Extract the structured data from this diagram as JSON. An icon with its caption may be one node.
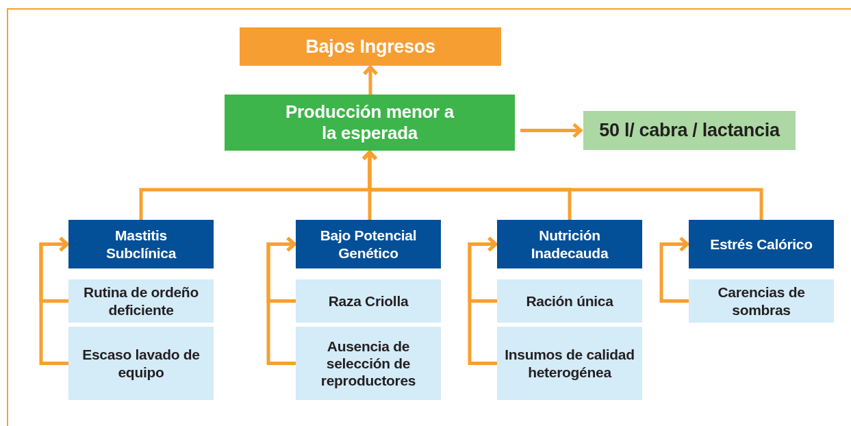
{
  "diagram": {
    "nodes": [
      {
        "text": [
          "Bajos Ingresos"
        ]
      },
      {
        "text": [
          "Producción menor a la esperada"
        ]
      },
      {
        "text": [
          "50 l/ cabra / lactancia"
        ]
      },
      {
        "text": [
          "Mastitis Subclínica"
        ]
      },
      {
        "text": [
          "Rutina de ordeño deficiente"
        ]
      },
      {
        "text": [
          "Escaso lavado de equipo"
        ]
      },
      {
        "text": [
          "Bajo Potencial Genético"
        ]
      },
      {
        "text": [
          "Raza Criolla"
        ]
      },
      {
        "text": [
          "Ausencia de selección de reproductores"
        ]
      },
      {
        "text": [
          "Nutrición Inadecauda"
        ]
      },
      {
        "text": [
          "Ración única"
        ]
      },
      {
        "text": [
          "Insumos de calidad heterogénea"
        ]
      },
      {
        "text": [
          "Estrés Calórico"
        ]
      },
      {
        "text": [
          "Carencias de sombras"
        ]
      }
    ],
    "edges": [
      {
        "from": 1,
        "to": 0,
        "arrow": "to"
      },
      {
        "from": 1,
        "to": 2,
        "arrow": "to"
      },
      {
        "from": 3,
        "to": 1,
        "arrow": "to"
      },
      {
        "from": 6,
        "to": 1,
        "arrow": "to"
      },
      {
        "from": 9,
        "to": 1,
        "arrow": "to"
      },
      {
        "from": 12,
        "to": 1,
        "arrow": "to"
      },
      {
        "from": 4,
        "to": 3,
        "arrow": "to"
      },
      {
        "from": 5,
        "to": 3,
        "arrow": "to"
      },
      {
        "from": 7,
        "to": 6,
        "arrow": "to"
      },
      {
        "from": 8,
        "to": 6,
        "arrow": "to"
      },
      {
        "from": 10,
        "to": 9,
        "arrow": "to"
      },
      {
        "from": 11,
        "to": 9,
        "arrow": "to"
      },
      {
        "from": 13,
        "to": 12,
        "arrow": "to"
      }
    ]
  }
}
